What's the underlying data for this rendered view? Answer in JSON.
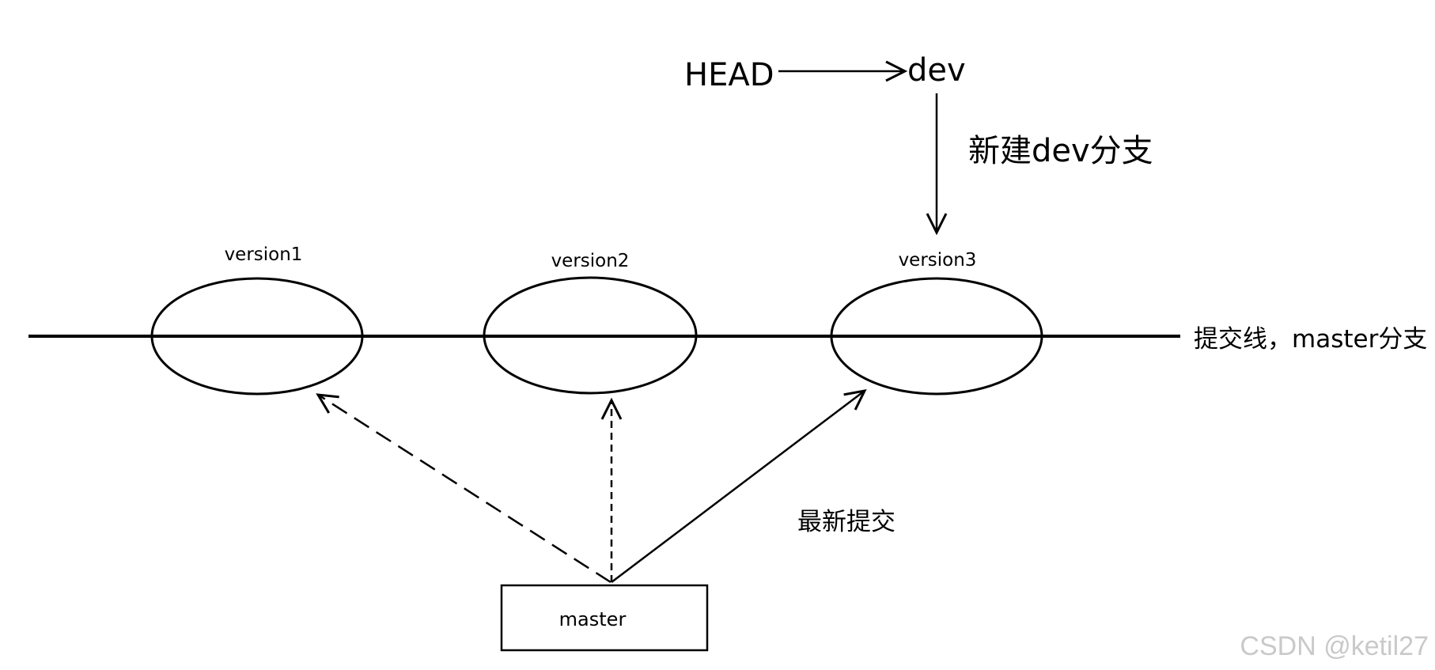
{
  "labels": {
    "head": "HEAD",
    "dev": "dev",
    "new_dev_branch": "新建dev分支",
    "commit_line": "提交线，master分支",
    "latest_commit": "最新提交",
    "master_box": "master"
  },
  "commits": [
    {
      "id": "version1",
      "label": "version1"
    },
    {
      "id": "version2",
      "label": "version2"
    },
    {
      "id": "version3",
      "label": "version3"
    }
  ],
  "watermark": "CSDN @ketil27",
  "colors": {
    "ink": "#000000",
    "background": "#ffffff",
    "watermark": "#c9c9c9"
  }
}
